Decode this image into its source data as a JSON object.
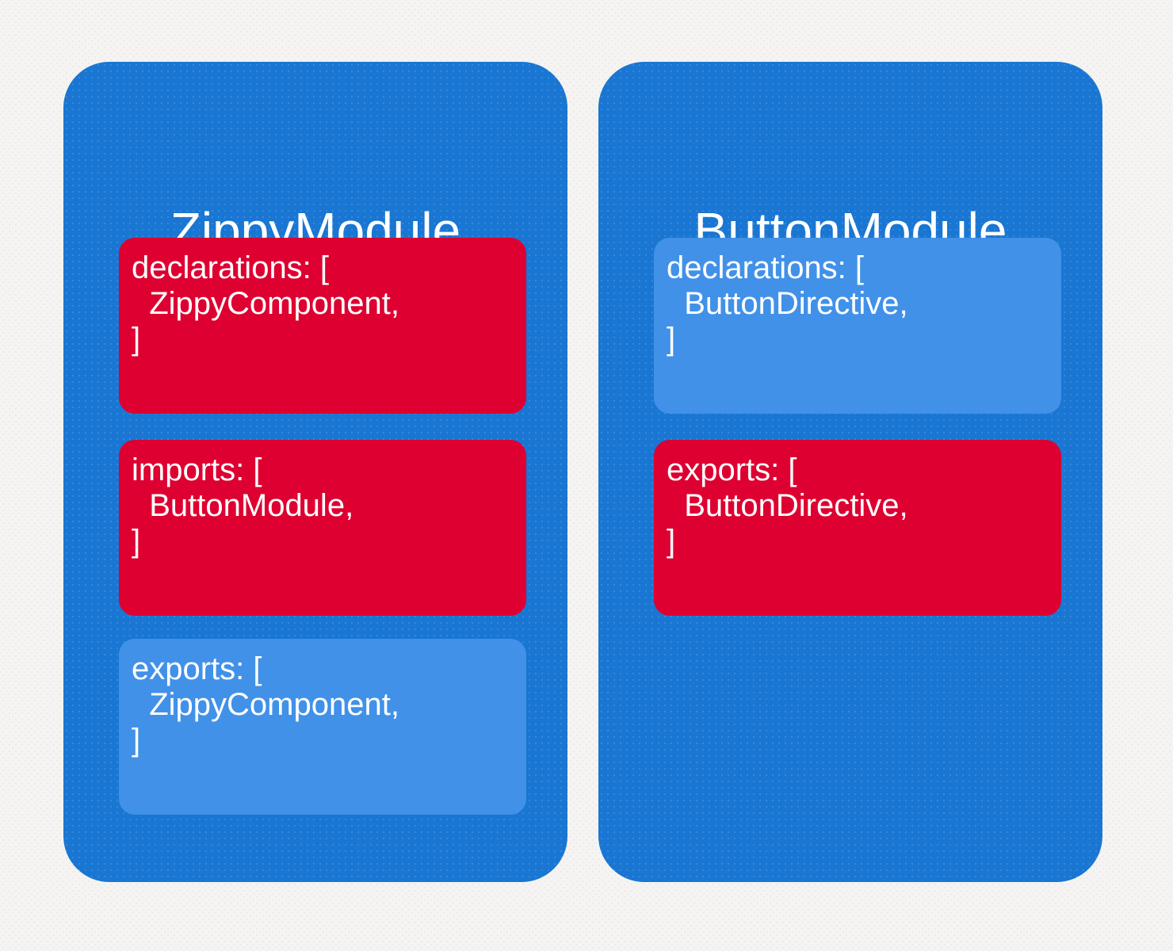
{
  "colors": {
    "page_bg": "#f5f4f2",
    "module_blue": "#1976d2",
    "crimson": "#dd0031",
    "light_blue": "#4191e8",
    "text_white": "#ffffff"
  },
  "modules": [
    {
      "title": "ZippyModule",
      "boxes": [
        {
          "variant": "crimson",
          "lines": [
            "declarations: [",
            "  ZippyComponent,",
            "]"
          ]
        },
        {
          "variant": "crimson",
          "lines": [
            "imports: [",
            "  ButtonModule,",
            "]"
          ]
        },
        {
          "variant": "light-blue",
          "lines": [
            "exports: [",
            "  ZippyComponent,",
            "]"
          ]
        }
      ]
    },
    {
      "title": "ButtonModule",
      "boxes": [
        {
          "variant": "light-blue",
          "lines": [
            "declarations: [",
            "  ButtonDirective,",
            "]"
          ]
        },
        {
          "variant": "crimson",
          "lines": [
            "exports: [",
            "  ButtonDirective,",
            "]"
          ]
        }
      ]
    }
  ]
}
